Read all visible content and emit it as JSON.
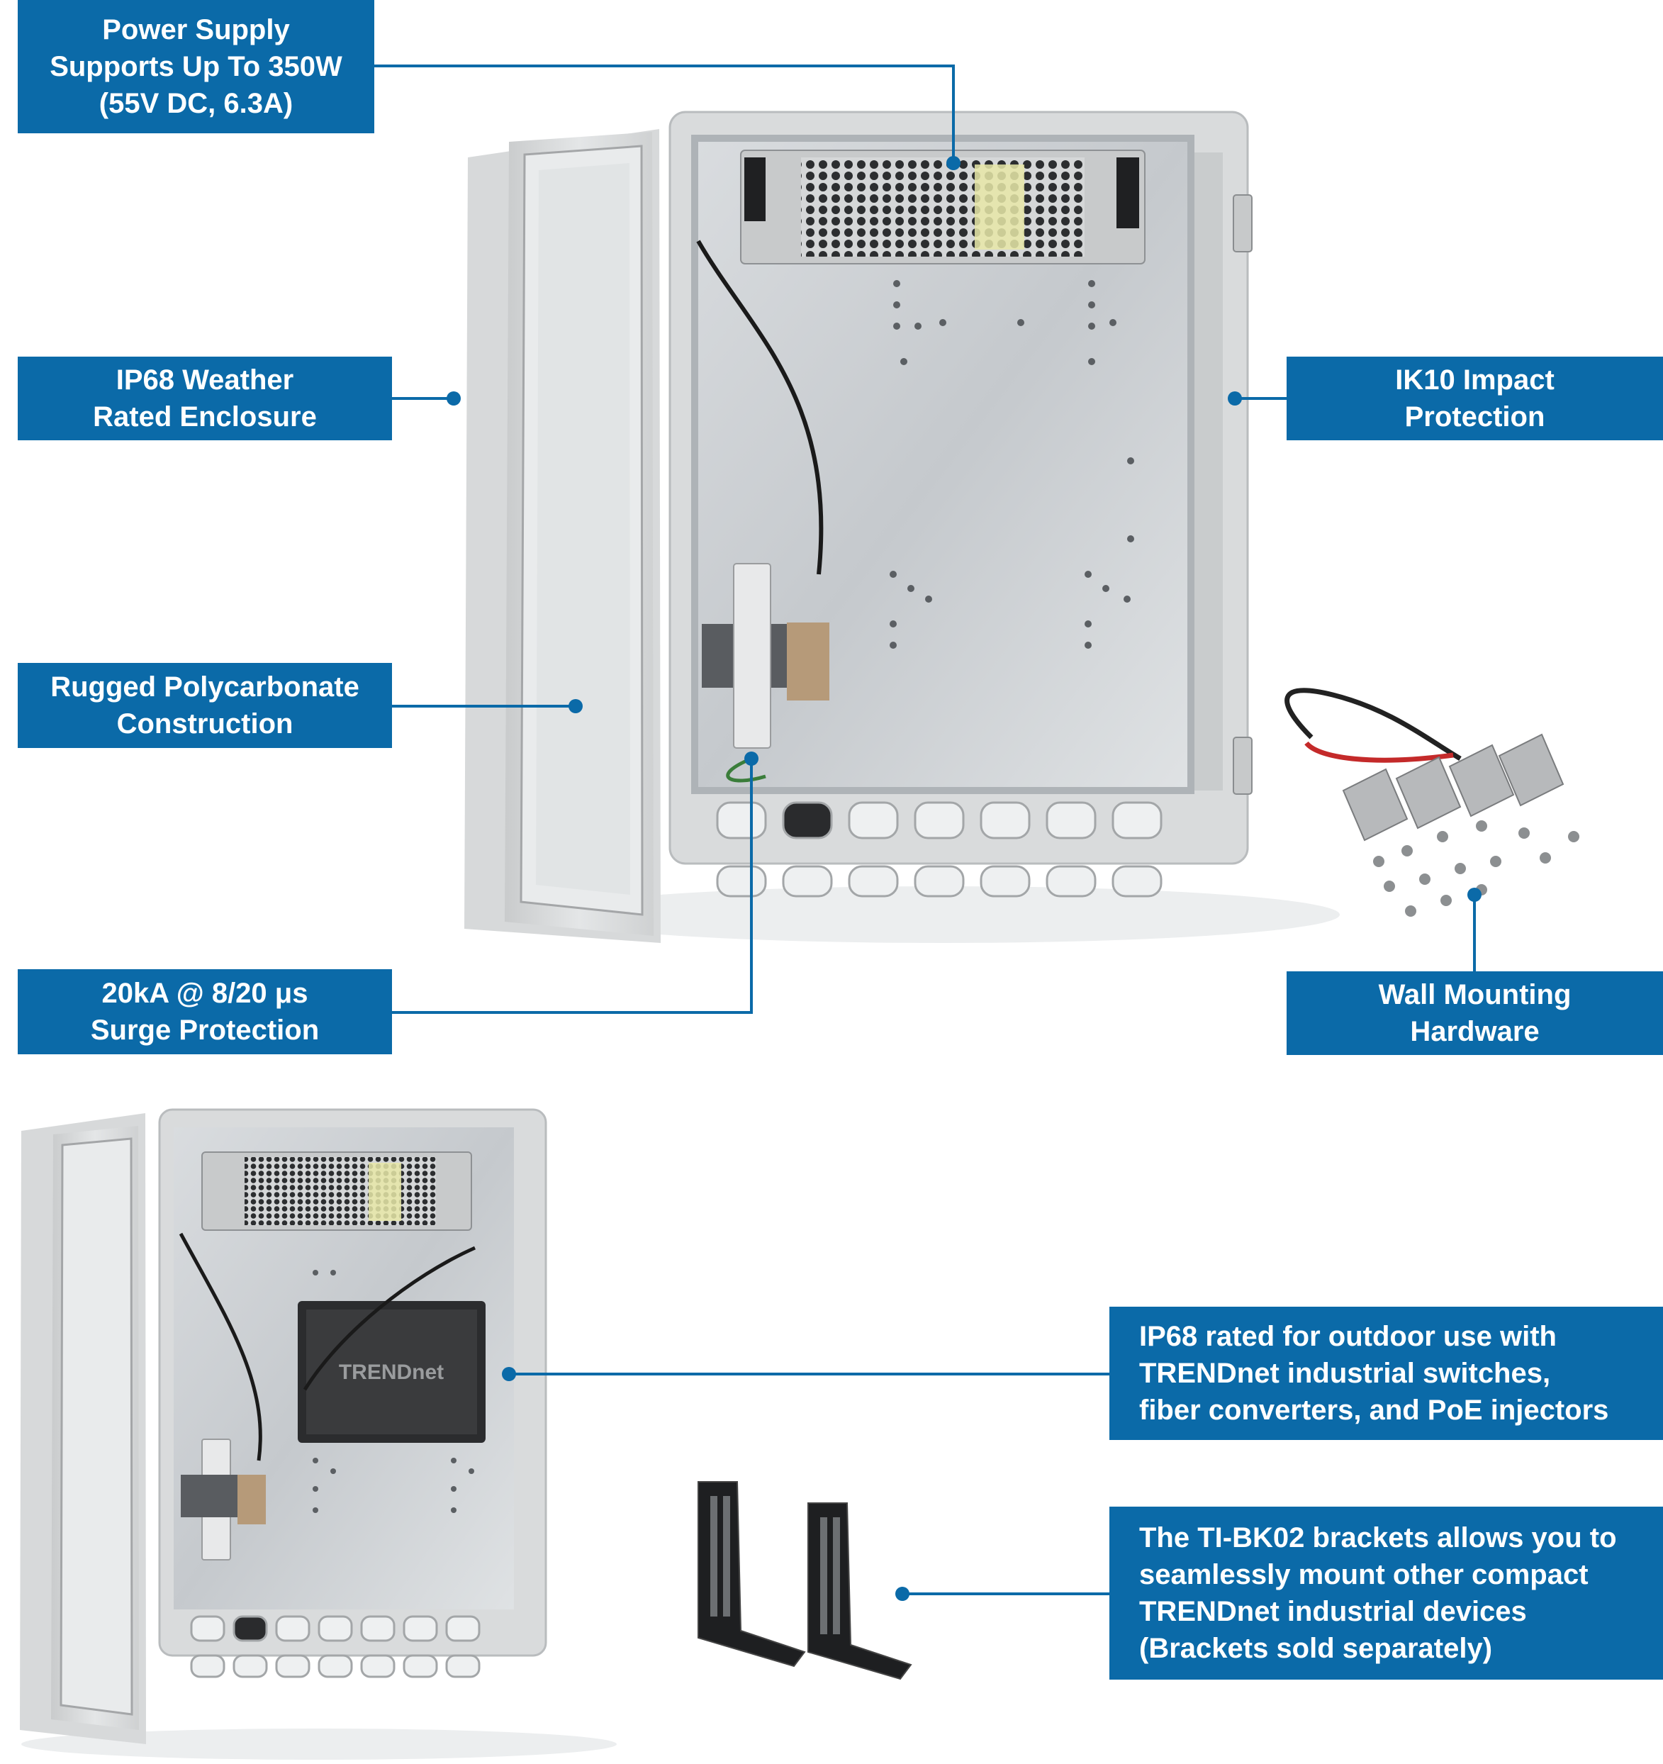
{
  "colors": {
    "callout_bg": "#0b6aa8",
    "callout_text": "#ffffff",
    "leader": "#0b6aa8"
  },
  "callouts": {
    "power_supply": "Power Supply\nSupports Up To 350W\n(55V DC, 6.3A)",
    "weather_rated": "IP68 Weather\nRated Enclosure",
    "impact": "IK10 Impact\nProtection",
    "polycarbonate": "Rugged Polycarbonate\nConstruction",
    "surge": "20kA @ 8/20 μs\nSurge Protection",
    "wall_mount": "Wall Mounting\nHardware",
    "outdoor_use": "IP68 rated for outdoor use with\nTRENDnet industrial switches,\nfiber converters, and PoE injectors",
    "brackets": "The TI-BK02 brackets allows you to\nseamlessly mount other compact\nTRENDnet industrial devices\n(Brackets sold separately)"
  },
  "device_logo": "TRENDnet"
}
